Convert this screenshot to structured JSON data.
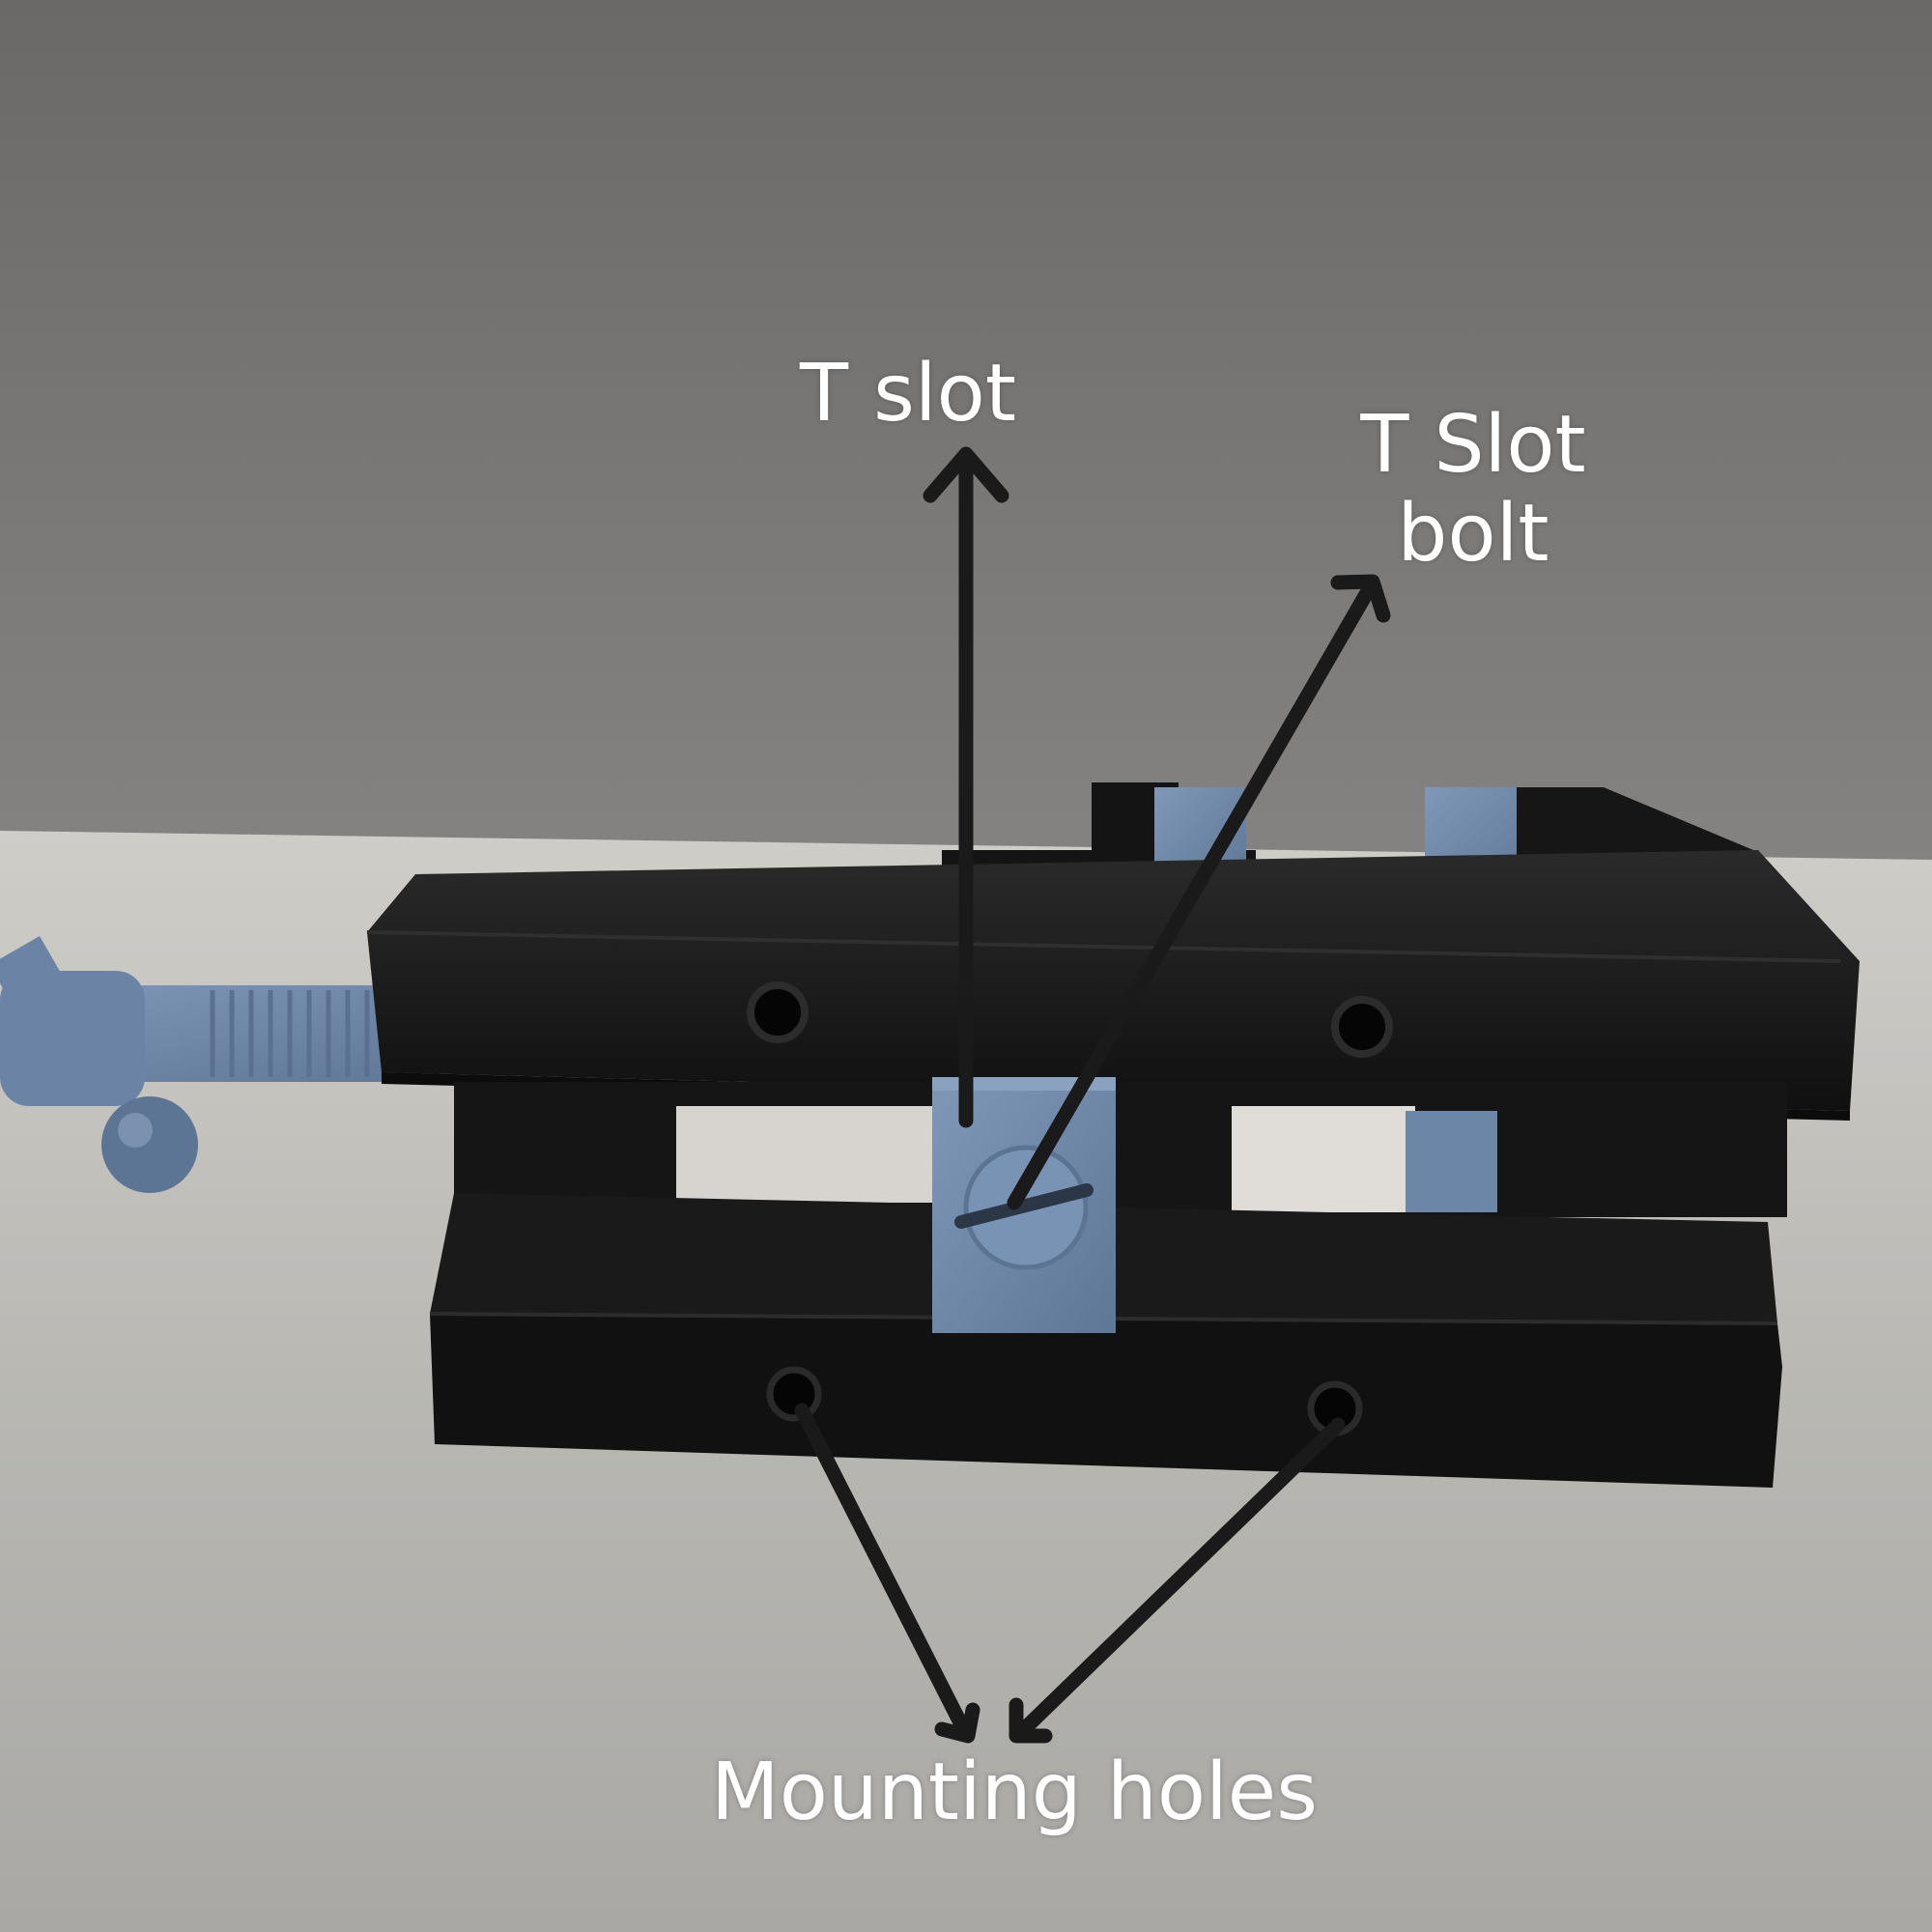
{
  "annotations": {
    "t_slot": "T slot",
    "t_slot_bolt_line1": "T Slot",
    "t_slot_bolt_line2": "bolt",
    "mounting_holes": "Mounting holes"
  },
  "colors": {
    "wall": "#6f6d6b",
    "table": "#b7b6b2",
    "vise_body": "#151515",
    "printed_parts": "#6e88aa",
    "arrows": "#1a1a1a",
    "label_text": "#ffffff"
  }
}
